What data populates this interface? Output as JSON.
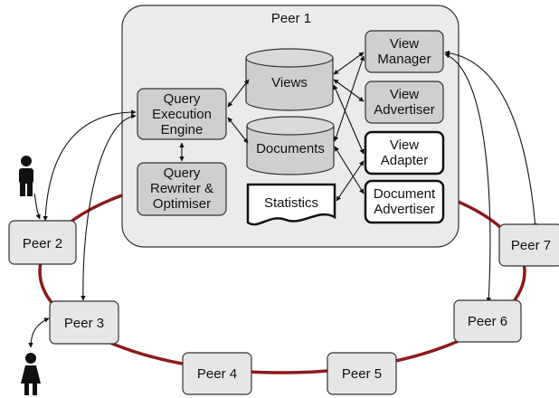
{
  "diagram": {
    "peer1_title": "Peer 1",
    "components": {
      "query_execution_engine": [
        "Query",
        "Execution",
        "Engine"
      ],
      "query_rewriter_optimiser": [
        "Query",
        "Rewriter &",
        "Optimiser"
      ],
      "views": "Views",
      "documents": "Documents",
      "statistics": "Statistics",
      "view_manager": [
        "View",
        "Manager"
      ],
      "view_advertiser": [
        "View",
        "Advertiser"
      ],
      "view_adapter": [
        "View",
        "Adapter"
      ],
      "document_advertiser": [
        "Document",
        "Advertiser"
      ]
    },
    "peers": {
      "peer2": "Peer 2",
      "peer3": "Peer 3",
      "peer4": "Peer 4",
      "peer5": "Peer 5",
      "peer6": "Peer 6",
      "peer7": "Peer 7"
    },
    "colors": {
      "ring": "#8b1a1a",
      "peer1_bg": "#ebebeb",
      "component_bg": "#cfcfcf",
      "peer_bg": "#e6e6e6",
      "stroke": "#333333"
    }
  }
}
